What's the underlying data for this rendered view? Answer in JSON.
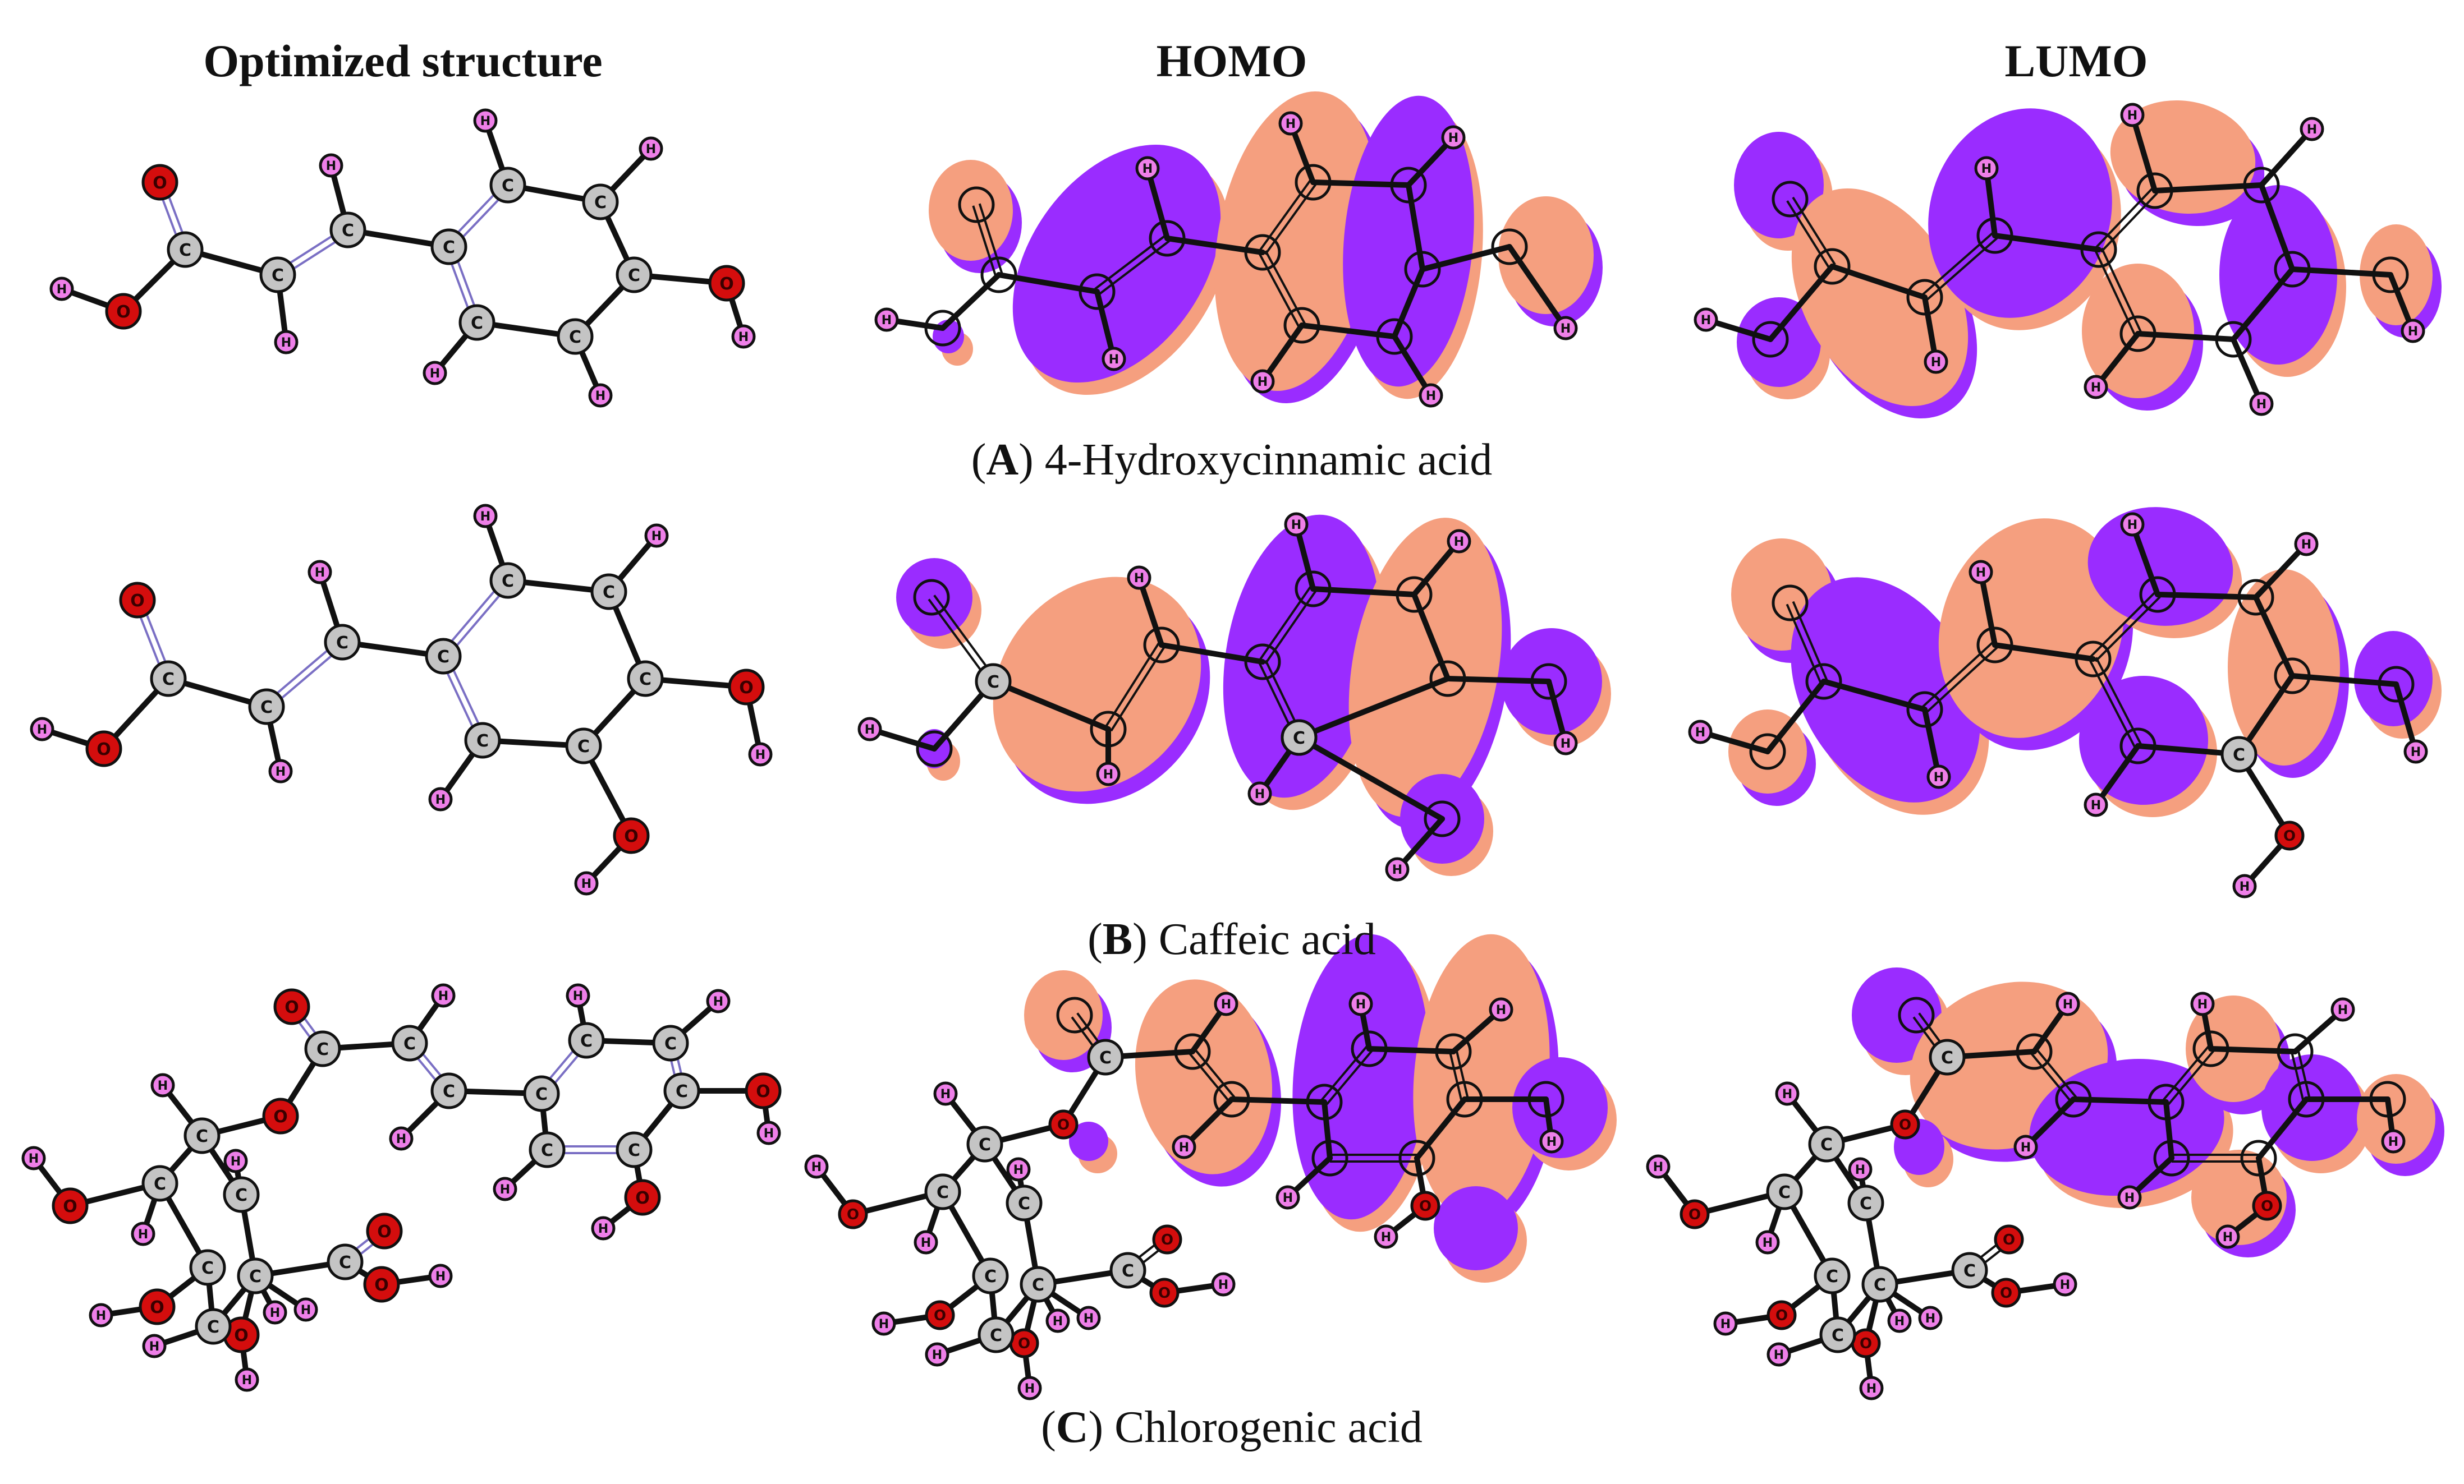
{
  "headers": {
    "structure": "Optimized structure",
    "homo": "HOMO",
    "lumo": "LUMO"
  },
  "panels": [
    {
      "letter": "A",
      "name": "4-Hydroxycinnamic acid"
    },
    {
      "letter": "B",
      "name": "Caffeic acid"
    },
    {
      "letter": "C",
      "name": "Chlorogenic acid"
    }
  ],
  "atom_labels": {
    "carbon": "C",
    "hydrogen": "H",
    "oxygen": "O"
  },
  "colors": {
    "carbon": "#c4c4c4",
    "hydrogen": "#ee7fe8",
    "oxygen": "#d40d0d",
    "bond": "#111111",
    "double_bond": "#7a6fc4",
    "orbital_purple": "#9a2cff",
    "orbital_salmon": "#f59f7f"
  }
}
